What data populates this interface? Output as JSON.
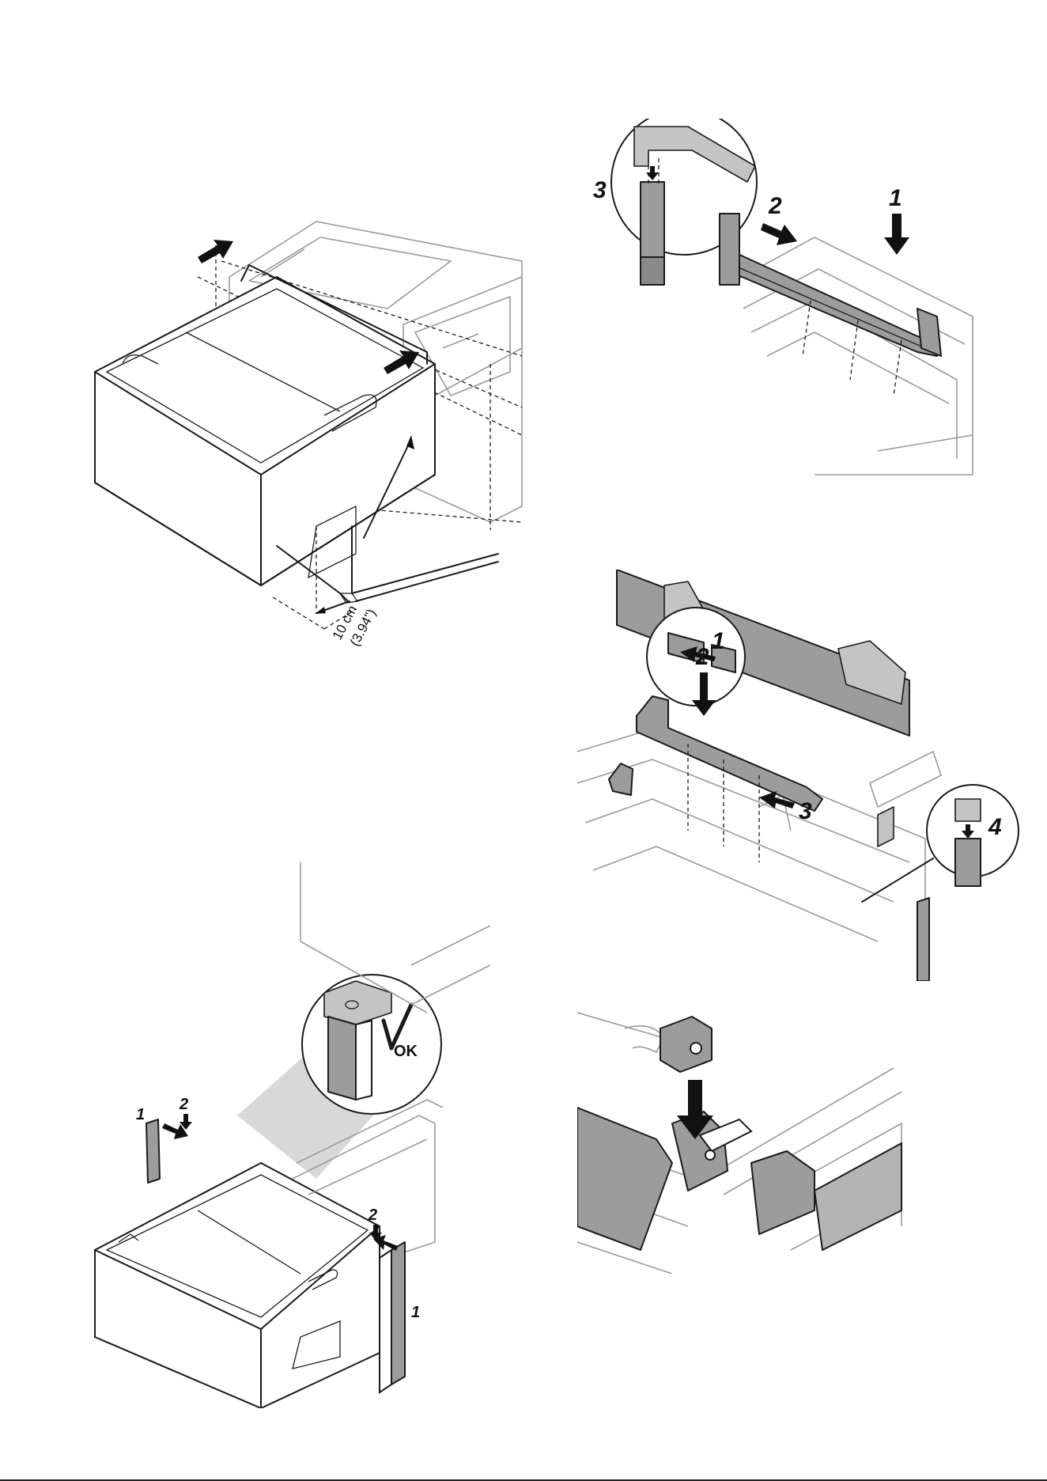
{
  "figures": {
    "fig1": {
      "measure_cm": "10 cm",
      "measure_in": "(3.94\")"
    },
    "fig2": {
      "step3": "3",
      "step2": "2",
      "step1": "1"
    },
    "fig3": {
      "step1": "1",
      "step2": "2",
      "step3": "3",
      "step4": "4"
    },
    "fig4": {
      "ok_label": "OK",
      "left_step1": "1",
      "left_step2": "2",
      "right_step2": "2",
      "right_step1": "1"
    },
    "fig5": {}
  }
}
